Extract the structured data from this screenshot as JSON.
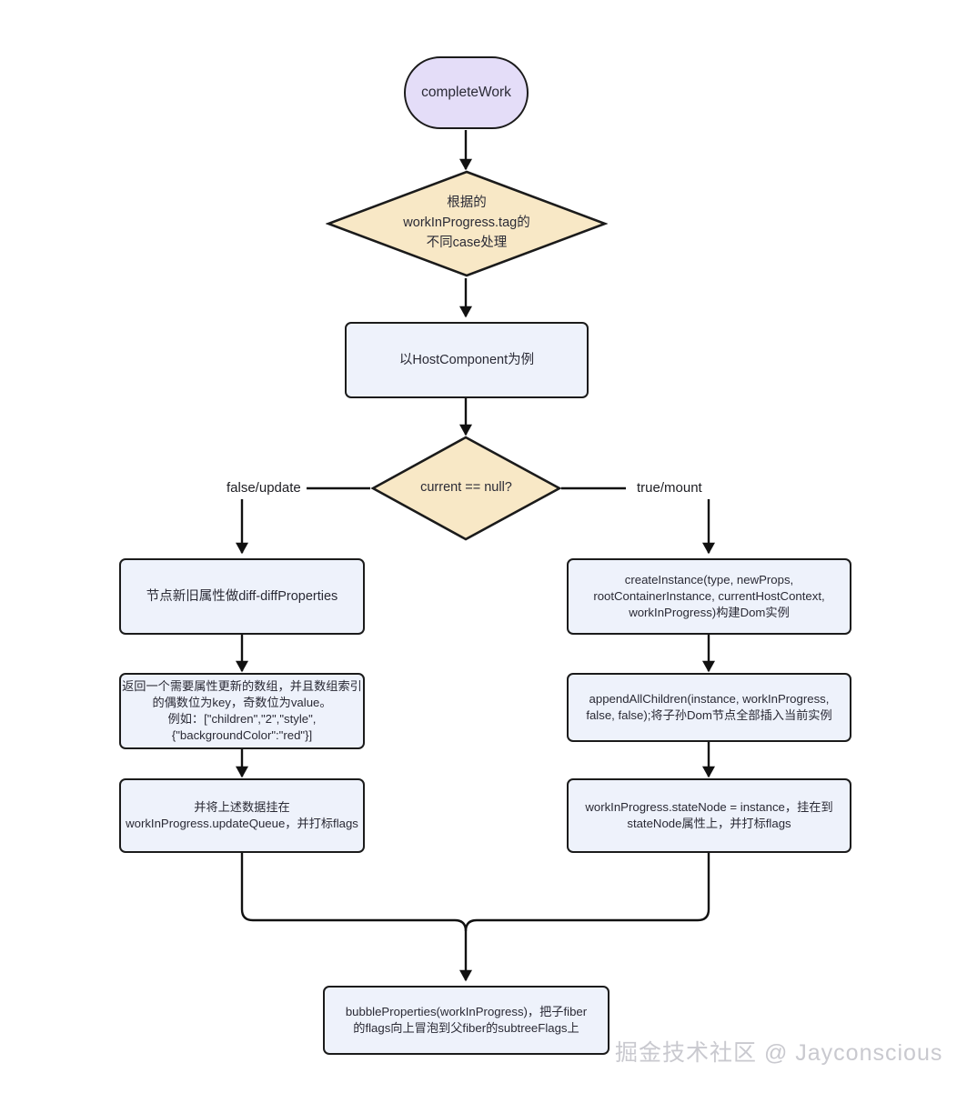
{
  "diagram": {
    "type": "flowchart",
    "title": "React completeWork flow",
    "colors": {
      "start_fill": "#e4ddf8",
      "process_fill": "#eef2fb",
      "decision_fill": "#f8e8c6",
      "stroke": "#1b1b1b",
      "text": "#2a2a35",
      "watermark": "#c9c9cf"
    },
    "nodes": {
      "start": {
        "label": "completeWork",
        "shape": "stadium"
      },
      "decision_tag": {
        "label": "根据的\nworkInProgress.tag的\n不同case处理",
        "shape": "diamond"
      },
      "host_component": {
        "label": "以HostComponent为例",
        "shape": "rect"
      },
      "decision_current": {
        "label": "current == null?",
        "shape": "diamond"
      },
      "diff_properties": {
        "label": "节点新旧属性做diff-diffProperties",
        "shape": "rect"
      },
      "return_array": {
        "label": "返回一个需要属性更新的数组，并且数组索引\n的偶数位为key，奇数位为value。\n例如：[\"children\",\"2\",\"style\",\n{\"backgroundColor\":\"red\"}]",
        "shape": "rect"
      },
      "update_queue": {
        "label": "并将上述数据挂在\nworkInProgress.updateQueue，并打标flags",
        "shape": "rect"
      },
      "create_instance": {
        "label": "createInstance(type, newProps,\nrootContainerInstance, currentHostContext,\nworkInProgress)构建Dom实例",
        "shape": "rect"
      },
      "append_all_children": {
        "label": "appendAllChildren(instance, workInProgress,\nfalse, false);将子孙Dom节点全部插入当前实例",
        "shape": "rect"
      },
      "state_node": {
        "label": "workInProgress.stateNode = instance，挂在到\nstateNode属性上，并打标flags",
        "shape": "rect"
      },
      "bubble_properties": {
        "label": "bubbleProperties(workInProgress)，把子fiber\n的flags向上冒泡到父fiber的subtreeFlags上",
        "shape": "rect"
      }
    },
    "edge_labels": {
      "false_update": "false/update",
      "true_mount": "true/mount"
    },
    "watermark": "掘金技术社区 @ Jayconscious"
  }
}
